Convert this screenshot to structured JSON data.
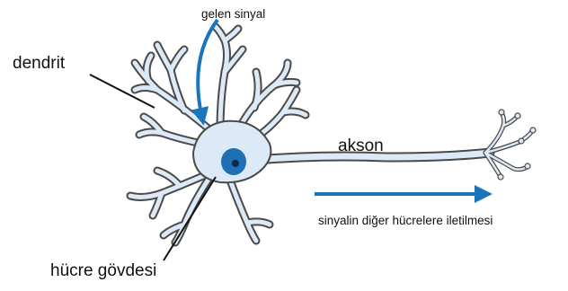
{
  "labels": {
    "incoming_signal": "gelen sinyal",
    "dendrite": "dendrit",
    "axon": "akson",
    "cell_body": "hücre gövdesi",
    "transmission": "sinyalin diğer hücrelere iletilmesi"
  },
  "colors": {
    "cell_fill": "#dce9f7",
    "cell_outline": "#4a4a4a",
    "nucleus": "#1f6fb5",
    "arrow": "#1b75bc",
    "pointer_line": "#111111"
  }
}
